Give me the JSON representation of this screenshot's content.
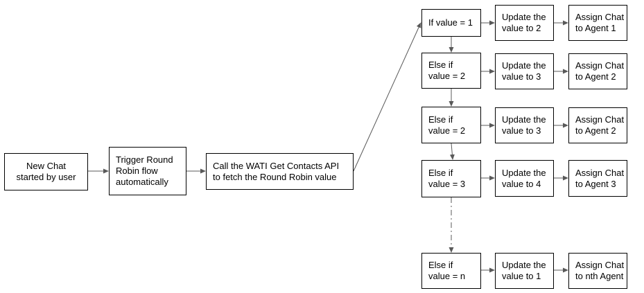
{
  "colors": {
    "line": "#595959",
    "border": "#000000",
    "text": "#000000"
  },
  "flow": {
    "start": "New Chat\nstarted by user",
    "trigger": "Trigger Round\nRobin flow\nautomatically",
    "api_call": "Call the WATI Get Contacts API\nto fetch the Round Robin value"
  },
  "branches": [
    {
      "condition": "If value = 1",
      "update": "Update the\nvalue to 2",
      "assign": "Assign Chat\nto Agent 1"
    },
    {
      "condition": "Else if\nvalue = 2",
      "update": "Update the\nvalue to 3",
      "assign": "Assign Chat\nto Agent 2"
    },
    {
      "condition": "Else if\nvalue = 2",
      "update": "Update the\nvalue to 3",
      "assign": "Assign Chat\nto Agent 2"
    },
    {
      "condition": "Else if\nvalue = 3",
      "update": "Update the\nvalue to 4",
      "assign": "Assign Chat\nto Agent 3"
    },
    {
      "condition": "Else if\nvalue = n",
      "update": "Update the\nvalue to 1",
      "assign": "Assign Chat\nto nth Agent"
    }
  ]
}
